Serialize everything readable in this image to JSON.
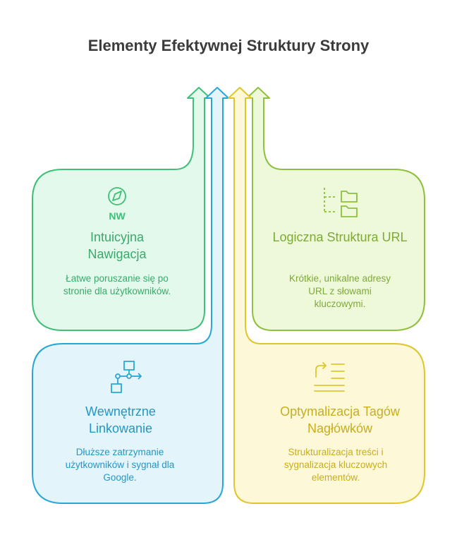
{
  "title": "Elementy Efektywnej Struktury Strony",
  "cards": [
    {
      "id": "nav",
      "title": "Intuicyjna Nawigacja",
      "description": "Łatwe poruszanie się po stronie dla użytkowników.",
      "icon": "compass-icon",
      "icon_text": "NW",
      "stroke": "#3fbf77",
      "fill": "#e3f9ec",
      "text_color": "#3aa96a"
    },
    {
      "id": "url",
      "title": "Logiczna Struktura URL",
      "description": "Krótkie, unikalne adresy URL z słowami kluczowymi.",
      "icon": "folder-tree-icon",
      "stroke": "#8fbf3f",
      "fill": "#eef9da",
      "text_color": "#7ea93a"
    },
    {
      "id": "links",
      "title": "Wewnętrzne Linkowanie",
      "description": "Dłuższe zatrzymanie użytkowników i sygnał dla Google.",
      "icon": "flowchart-icon",
      "stroke": "#2aa6d6",
      "fill": "#e3f4fb",
      "text_color": "#2596c4"
    },
    {
      "id": "headings",
      "title": "Optymalizacja Tagów Nagłówków",
      "description": "Strukturalizacja treści i sygnalizacja kluczowych elementów.",
      "icon": "text-indent-icon",
      "stroke": "#e0c52e",
      "fill": "#fdf8d8",
      "text_color": "#c9ad1f"
    }
  ]
}
